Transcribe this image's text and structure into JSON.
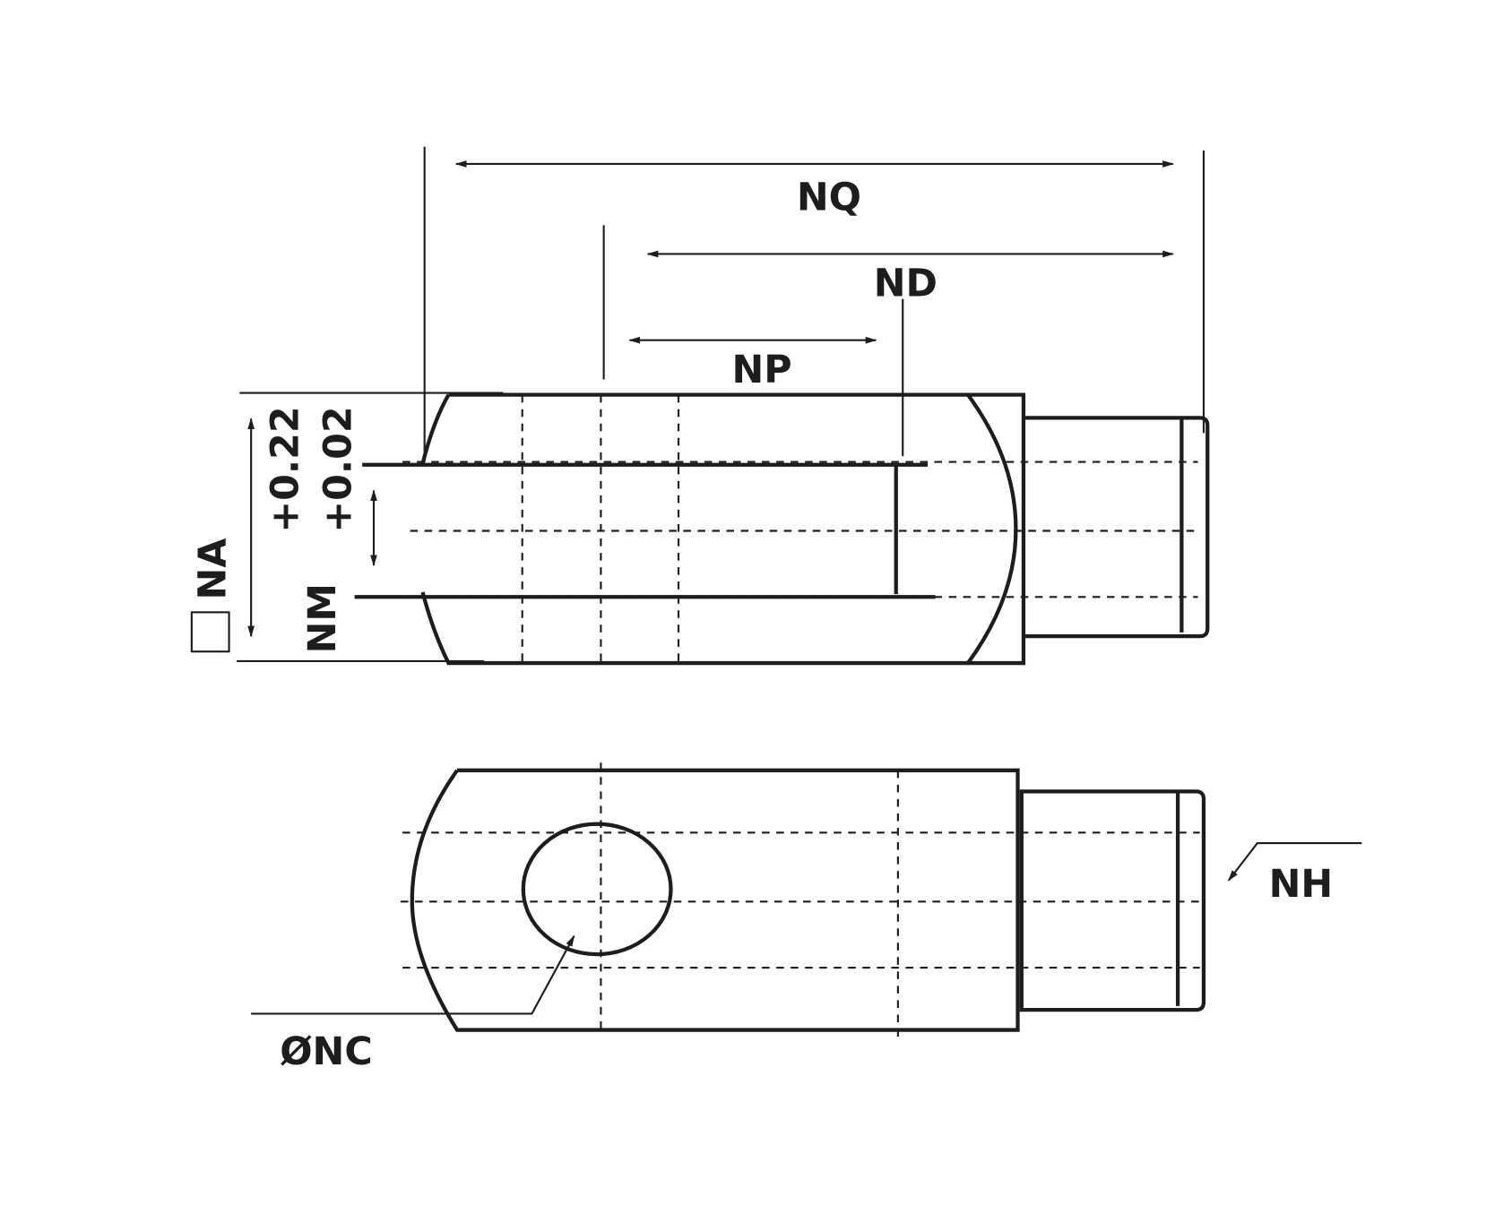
{
  "drawing": {
    "labels": {
      "nq": "NQ",
      "nd": "ND",
      "np": "NP",
      "na": "NA",
      "nm": "NM",
      "tol_upper": "+0.22",
      "tol_lower": "+0.02",
      "nc": "ØNC",
      "nh": "NH"
    },
    "line_color": "#1d1d1b"
  }
}
